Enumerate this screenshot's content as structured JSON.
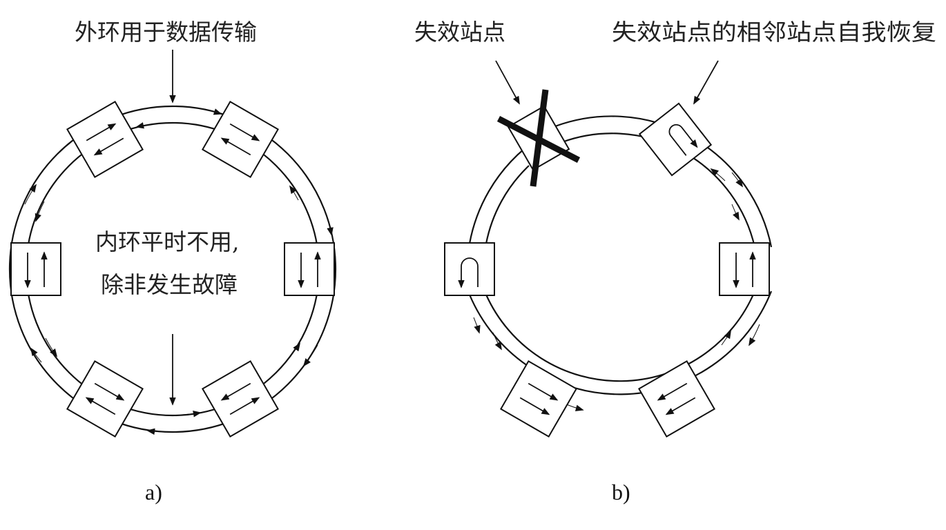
{
  "colors": {
    "ink": "#111111",
    "background": "#ffffff"
  },
  "diagram_a": {
    "outer_label": "外环用于数据传输",
    "inner_label_line1": "内环平时不用,",
    "inner_label_line2": "除非发生故障",
    "caption": "a)"
  },
  "diagram_b": {
    "failed_label": "失效站点",
    "recover_label": "失效站点的相邻站点自我恢复",
    "caption": "b)"
  }
}
